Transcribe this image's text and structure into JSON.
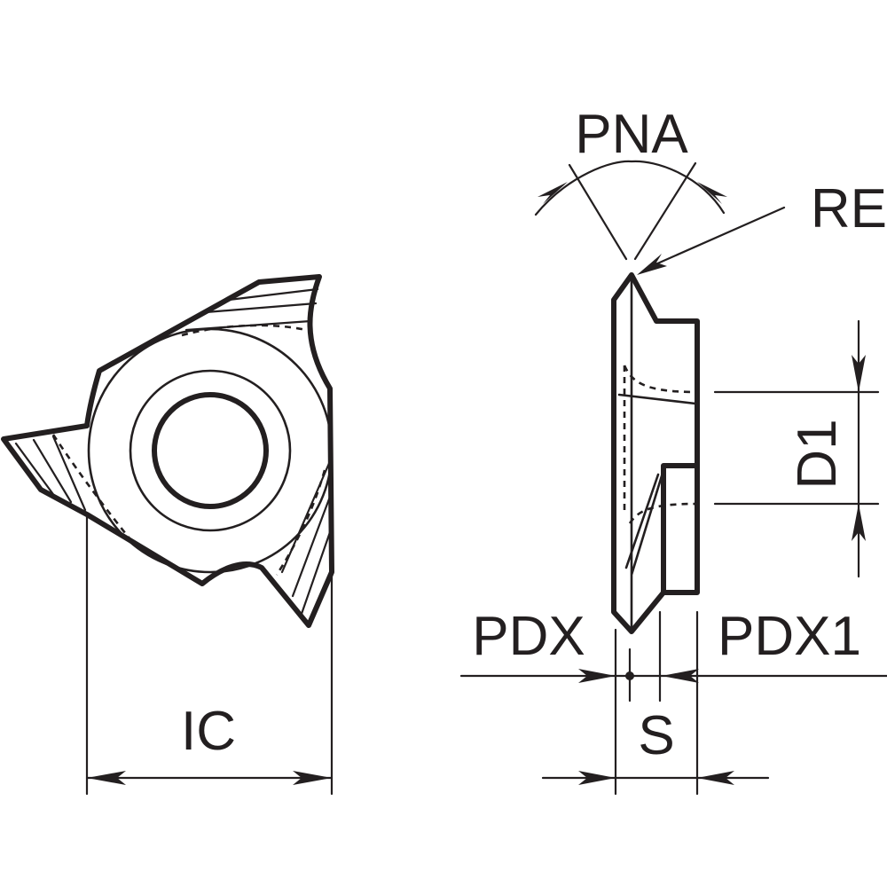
{
  "labels": {
    "pna": "PNA",
    "re": "RE",
    "d1": "D1",
    "pdx": "PDX",
    "pdx1": "PDX1",
    "s": "S",
    "ic": "IC"
  },
  "colors": {
    "line": "#231f20",
    "background": "#ffffff"
  }
}
